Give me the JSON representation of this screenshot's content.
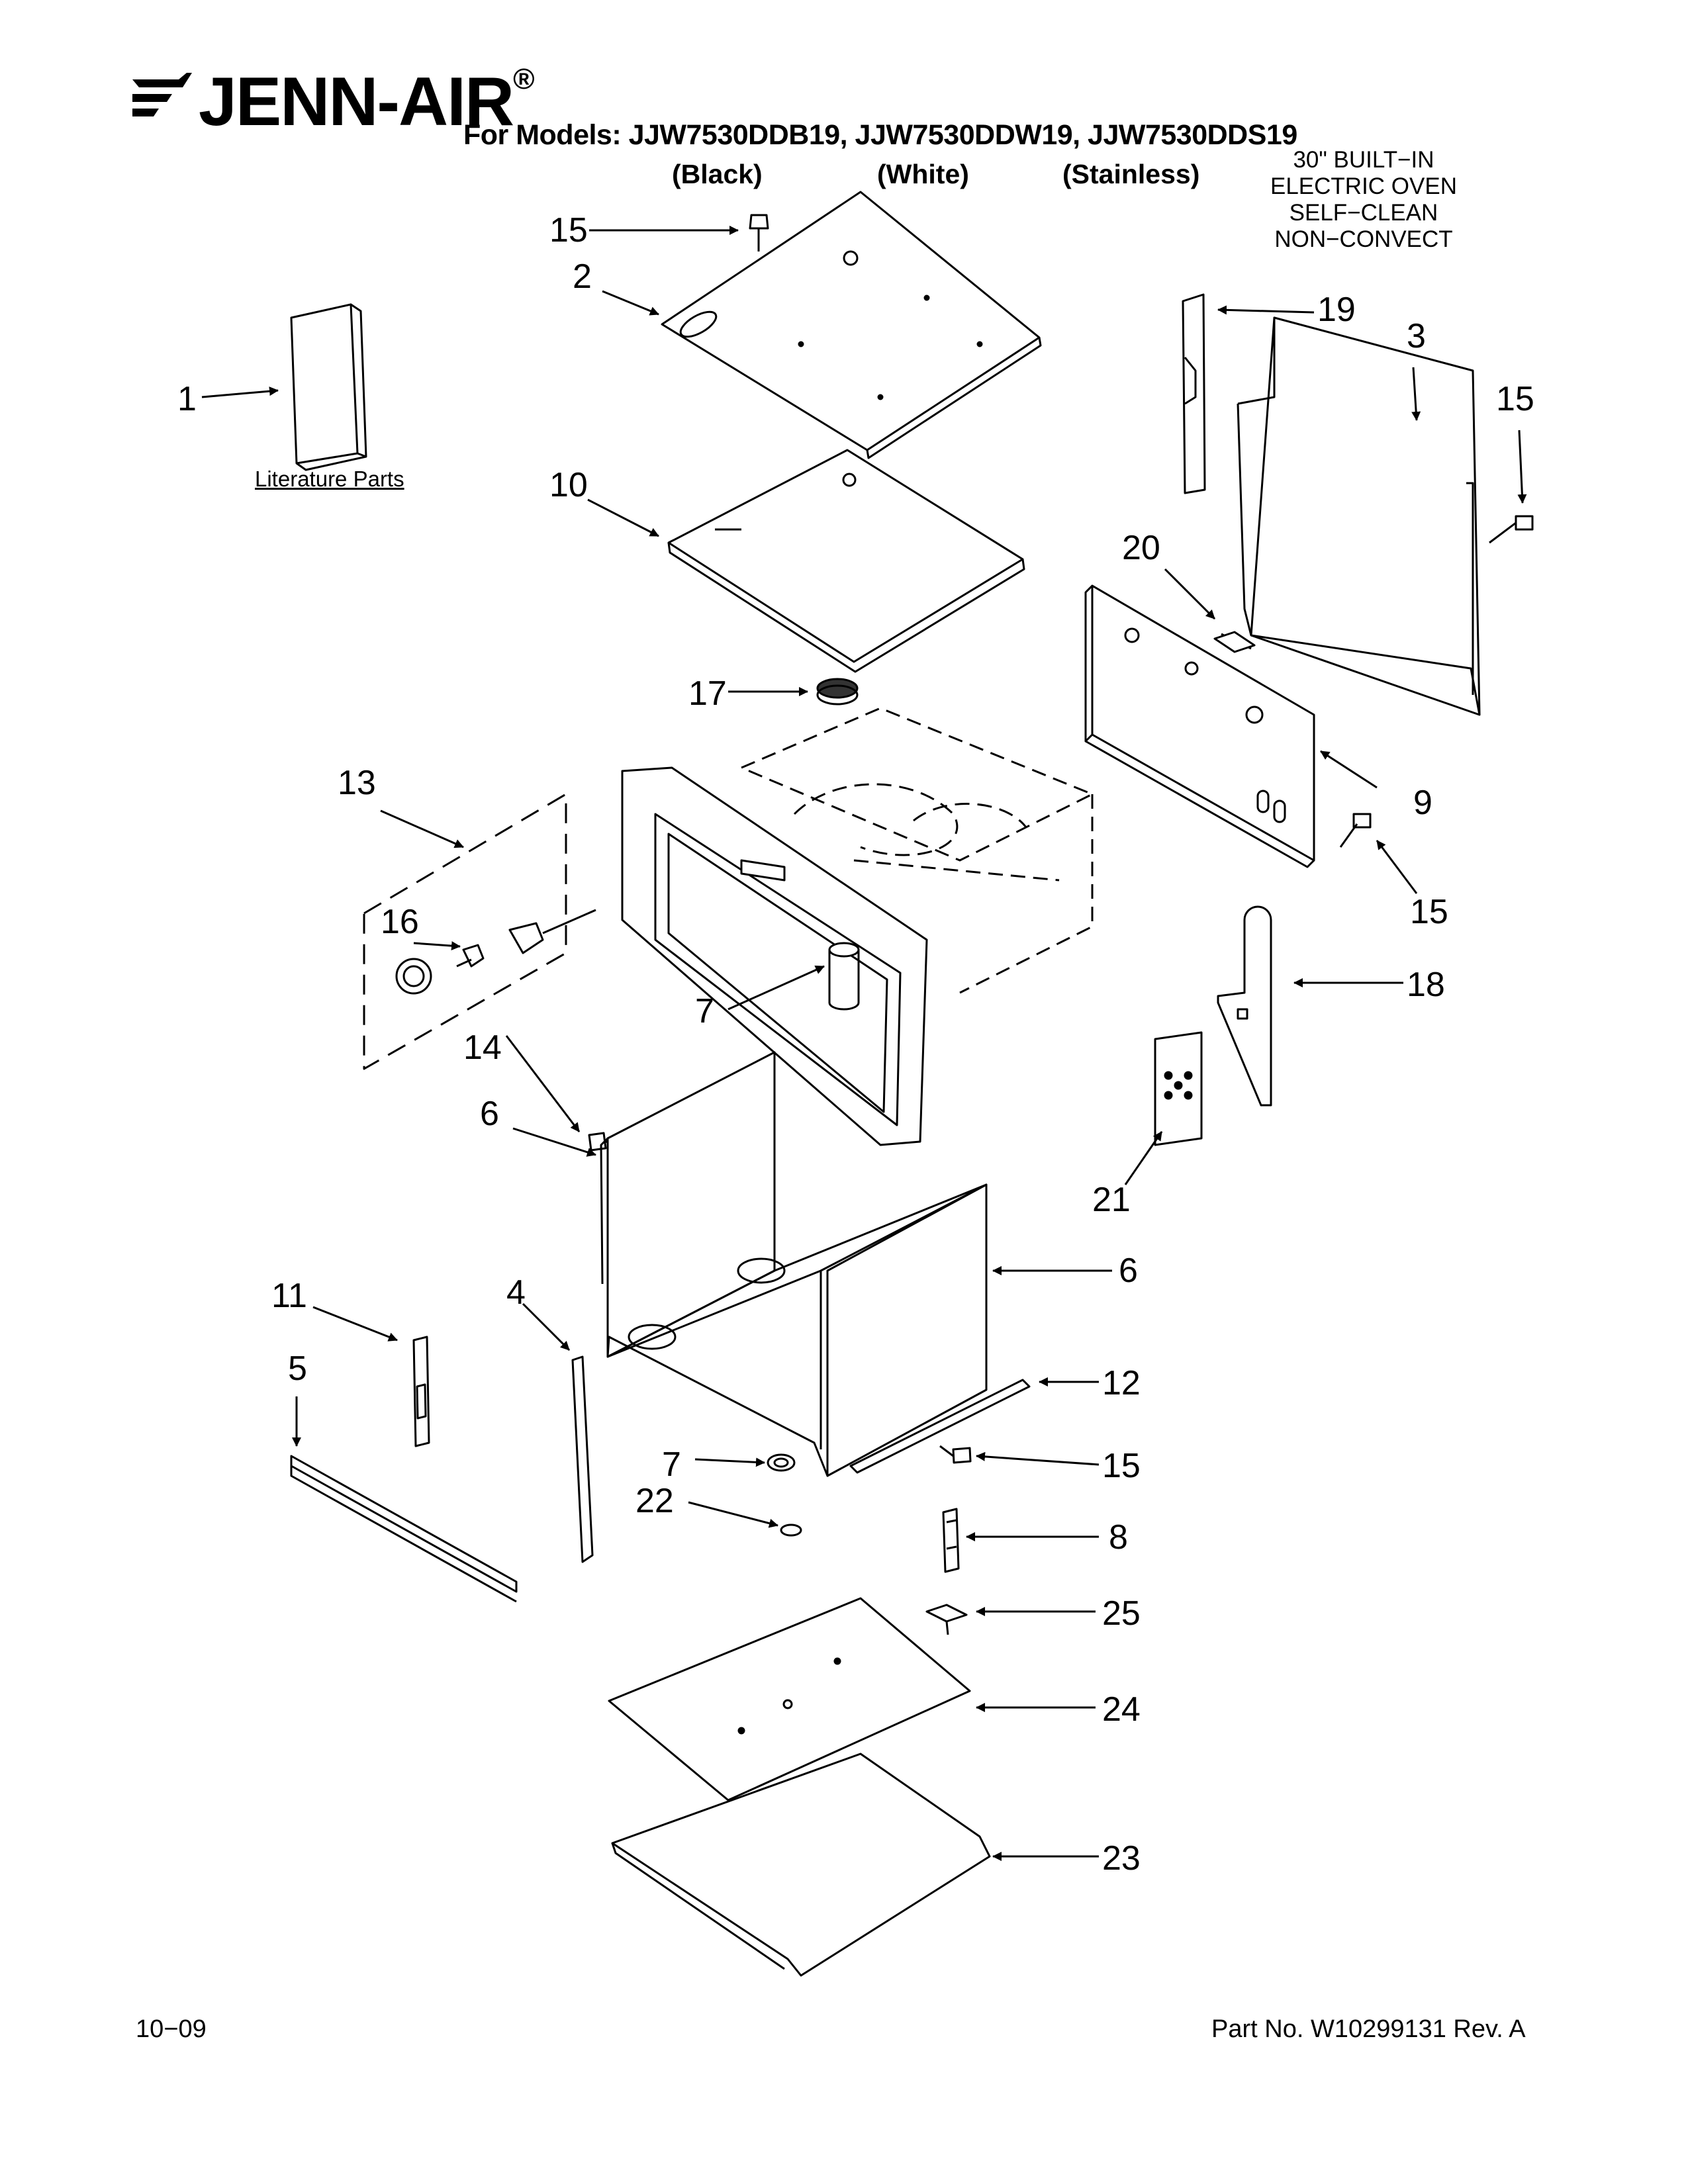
{
  "brand": {
    "name": "JENN-AIR",
    "registered": "®"
  },
  "header": {
    "models": "For Models: JJW7530DDB19, JJW7530DDW19, JJW7530DDS19",
    "variants": [
      "(Black)",
      "(White)",
      "(Stainless)"
    ],
    "product": [
      "30\" BUILT−IN",
      "ELECTRIC OVEN",
      "SELF−CLEAN NON−CONVECT"
    ]
  },
  "literature_label": "Literature Parts",
  "callouts": [
    "1",
    "2",
    "3",
    "4",
    "5",
    "6",
    "6",
    "7",
    "7",
    "8",
    "9",
    "10",
    "11",
    "12",
    "13",
    "14",
    "15",
    "15",
    "15",
    "15",
    "16",
    "17",
    "18",
    "19",
    "20",
    "21",
    "22",
    "23",
    "24",
    "25"
  ],
  "footer": {
    "date": "10−09",
    "part_no": "Part No. W10299131 Rev. A"
  }
}
